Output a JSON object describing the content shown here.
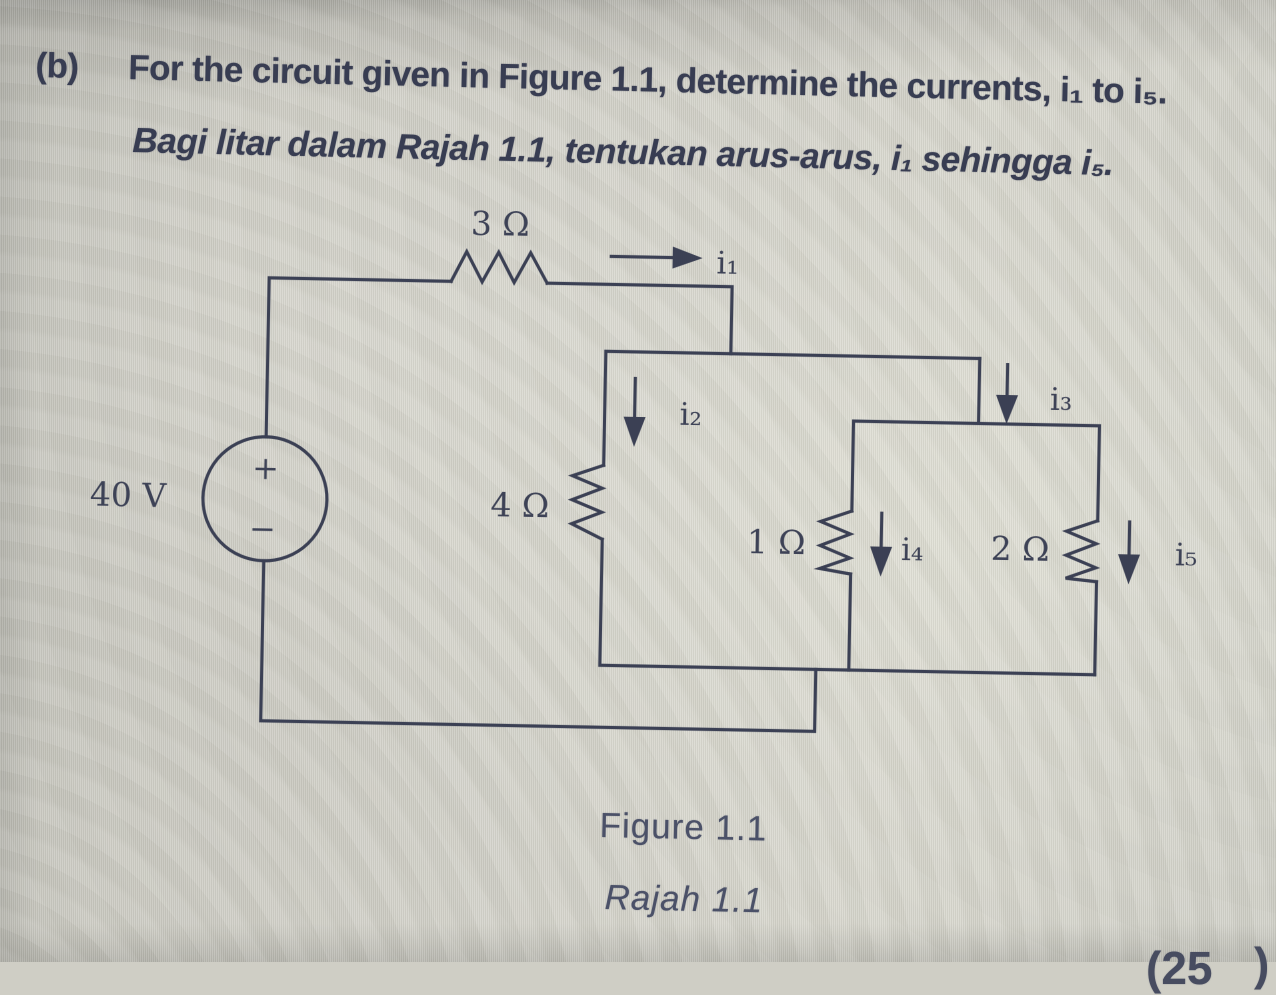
{
  "question": {
    "part_label": "(b)",
    "text_en": "For the circuit given in Figure 1.1, determine the currents, i₁ to i₅.",
    "text_ms": "Bagi litar dalam Rajah 1.1, tentukan arus-arus, i₁ sehingga i₅."
  },
  "circuit": {
    "voltage_source": {
      "label": "40 V",
      "plus": "+",
      "minus": "−"
    },
    "resistors": {
      "r_top": "3 Ω",
      "r_mid": "4 Ω",
      "r_left_inner": "1 Ω",
      "r_right_inner": "2 Ω"
    },
    "currents": {
      "i1": "i₁",
      "i2": "i₂",
      "i3": "i₃",
      "i4": "i₄",
      "i5": "i₅"
    }
  },
  "caption": {
    "en": "Figure 1.1",
    "ms": "Rajah 1.1"
  },
  "edge_fragment": {
    "left": "(25",
    "right": ")"
  },
  "colors": {
    "ink": "#3b4054",
    "paper": "#cfcec5"
  }
}
